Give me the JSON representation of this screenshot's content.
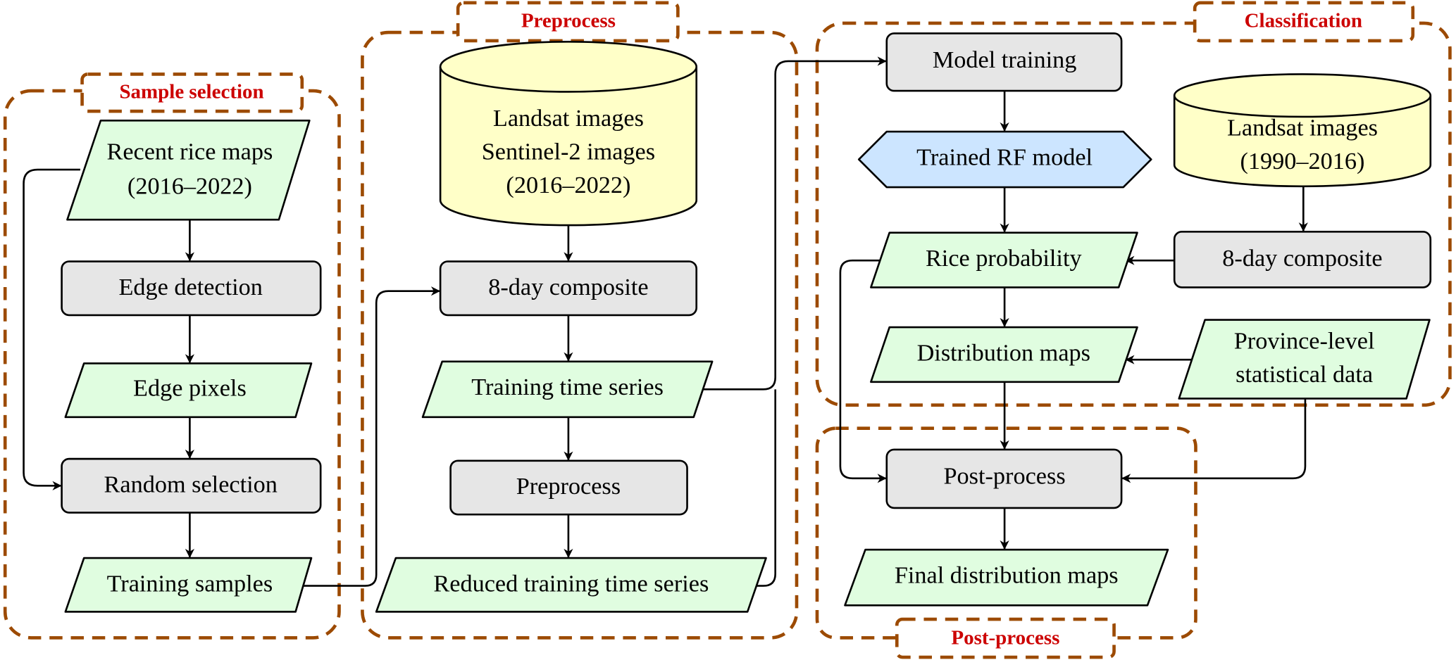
{
  "groups": {
    "sample_selection": "Sample selection",
    "preprocess": "Preprocess",
    "classification": "Classification",
    "post_process": "Post-process"
  },
  "nodes": {
    "recent_rice_maps": [
      "Recent rice maps",
      "(2016–2022)"
    ],
    "edge_detection": "Edge detection",
    "edge_pixels": "Edge pixels",
    "random_selection": "Random selection",
    "training_samples": "Training samples",
    "imagery_db_recent": [
      "Landsat images",
      "Sentinel-2 images",
      "(2016–2022)"
    ],
    "composite_recent": "8-day composite",
    "training_time_series": "Training time series",
    "preprocess_step": "Preprocess",
    "reduced_time_series": "Reduced training time series",
    "model_training": "Model training",
    "trained_rf_model": "Trained RF model",
    "rice_probability": "Rice probability",
    "distribution_maps": "Distribution maps",
    "post_process_step": "Post-process",
    "final_distribution_maps": "Final distribution maps",
    "imagery_db_historic": [
      "Landsat images",
      "(1990–2016)"
    ],
    "composite_historic": "8-day composite",
    "province_stats": [
      "Province-level",
      "statistical data"
    ]
  },
  "colors": {
    "process": "#e6e6e6",
    "data": "#e0fde0",
    "database": "#ffffc8",
    "model": "#cce5ff",
    "group_border": "#9c4a00",
    "group_label": "#cc0000"
  }
}
